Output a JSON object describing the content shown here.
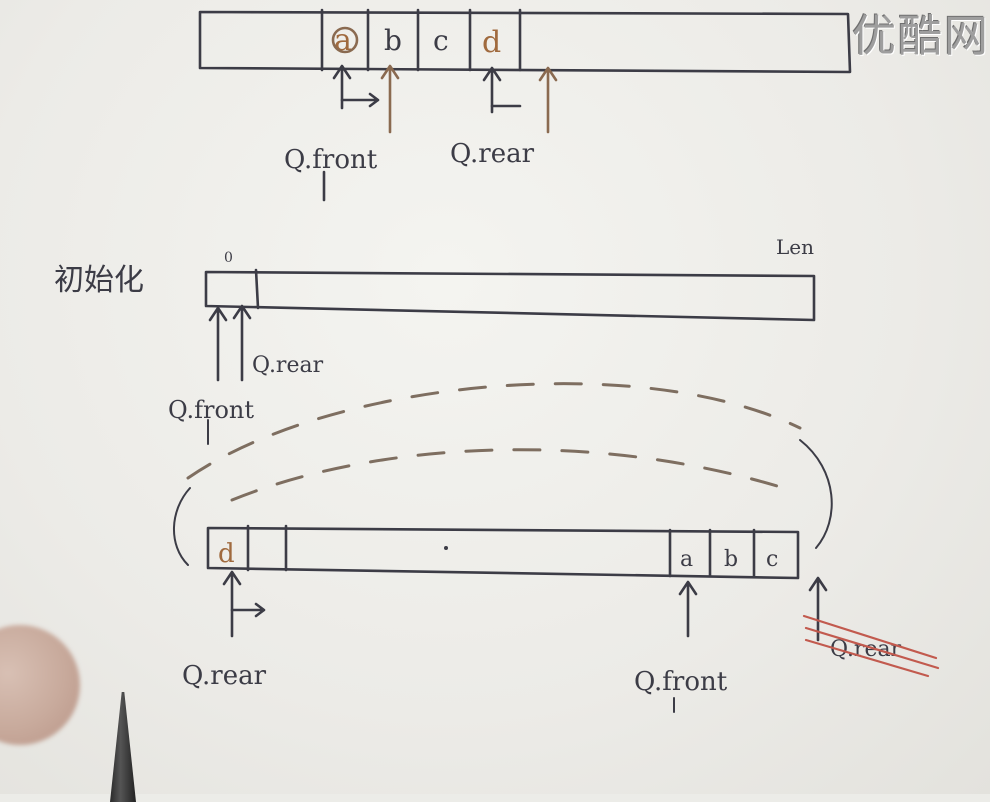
{
  "watermark": "优酷网",
  "diagram1": {
    "cells": [
      "a",
      "b",
      "c",
      "d"
    ],
    "front_label": "Q.front",
    "rear_label": "Q.rear"
  },
  "diagram2": {
    "title": "初始化",
    "index_first": "0",
    "index_last": "Len",
    "front_label": "Q.front",
    "rear_label": "Q.rear"
  },
  "diagram3": {
    "first_cell": "d",
    "last_cells": [
      "a",
      "b",
      "c"
    ],
    "front_label": "Q.front",
    "rear_label": "Q.rear",
    "crossed_label": "Q.rear"
  }
}
